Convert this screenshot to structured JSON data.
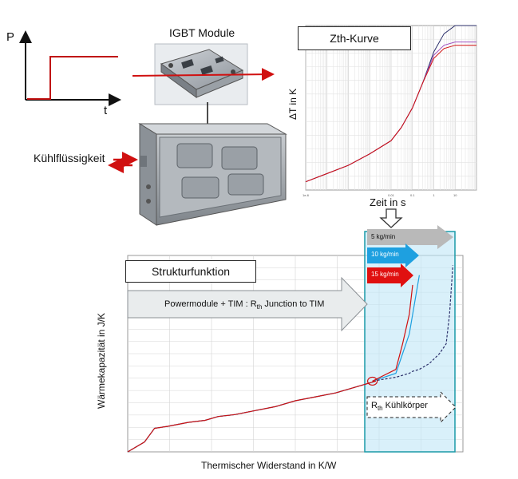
{
  "power_step": {
    "y_axis_label": "P",
    "x_axis_label": "t"
  },
  "module": {
    "title": "IGBT Module"
  },
  "coolant": {
    "label": "Kühlflüssigkeit"
  },
  "zth": {
    "title": "Zth-Kurve",
    "ylabel": "ΔT in K",
    "xlabel": "Zeit in s",
    "x_ticks": [
      "1e-6",
      "0.01",
      "0.1",
      "1",
      "10"
    ]
  },
  "structure": {
    "title": "Strukturfunktion",
    "power_arrow_text_main": "Powermodule + TIM :  R",
    "power_arrow_text_sub": "th",
    "power_arrow_text_end": " Junction to TIM",
    "heatsink_text_main": "R",
    "heatsink_text_sub": "th",
    "heatsink_text_end": "  Kühlkörper",
    "ylabel": "Wärmekapazität in J/K",
    "xlabel": "Thermischer Widerstand in K/W"
  },
  "flow_rates": [
    {
      "label": "5 kg/min",
      "color": "#b9b9b9",
      "text_color": "#111111"
    },
    {
      "label": "10 kg/min",
      "color": "#1ea0e0",
      "text_color": "#ffffff"
    },
    {
      "label": "15 kg/min",
      "color": "#e01010",
      "text_color": "#ffffff"
    }
  ],
  "colors": {
    "red": "#d01010",
    "blue": "#1ea0e0",
    "navy": "#2b2f6a",
    "highlight": "#bfe6f7"
  },
  "chart_data": [
    {
      "type": "line",
      "title": "Zth-Kurve",
      "xlabel": "Zeit in s",
      "ylabel": "ΔT in K",
      "x_scale": "log",
      "xlim": [
        1e-06,
        100
      ],
      "ylim": [
        0,
        1
      ],
      "grid": true,
      "x": [
        1e-06,
        1e-05,
        0.0001,
        0.001,
        0.01,
        0.03,
        0.1,
        0.3,
        1,
        3,
        10,
        30,
        100
      ],
      "series": [
        {
          "line_color": "#2b2f6a",
          "values": [
            0.05,
            0.1,
            0.15,
            0.22,
            0.3,
            0.38,
            0.5,
            0.65,
            0.84,
            0.95,
            1.0,
            1.0,
            1.0
          ]
        },
        {
          "line_color": "#a050c0",
          "values": [
            0.05,
            0.1,
            0.15,
            0.22,
            0.3,
            0.38,
            0.5,
            0.65,
            0.82,
            0.88,
            0.9,
            0.9,
            0.9
          ]
        },
        {
          "line_color": "#d01010",
          "values": [
            0.05,
            0.1,
            0.15,
            0.22,
            0.3,
            0.38,
            0.5,
            0.65,
            0.8,
            0.86,
            0.88,
            0.88,
            0.88
          ]
        }
      ]
    },
    {
      "type": "line",
      "title": "Strukturfunktion",
      "xlabel": "Thermischer Widerstand in K/W",
      "ylabel": "Wärmekapazität in J/K",
      "xlim": [
        0,
        1
      ],
      "ylim": [
        0,
        1
      ],
      "grid": true,
      "x": [
        0.0,
        0.05,
        0.08,
        0.12,
        0.18,
        0.23,
        0.27,
        0.32,
        0.38,
        0.44,
        0.5,
        0.56,
        0.62,
        0.68,
        0.74,
        0.73,
        0.8,
        0.82,
        0.84,
        0.85,
        0.87,
        0.9,
        0.93,
        0.95,
        0.96,
        0.97
      ],
      "series": [
        {
          "name": "5 kg/min",
          "line_color": "#2b2f6a",
          "values": [
            0.0,
            0.05,
            0.12,
            0.13,
            0.15,
            0.16,
            0.18,
            0.19,
            0.21,
            0.23,
            0.26,
            0.28,
            0.3,
            0.33,
            0.36,
            0.36,
            0.38,
            0.39,
            0.4,
            0.41,
            0.42,
            0.45,
            0.5,
            0.55,
            0.7,
            0.95
          ]
        },
        {
          "name": "10 kg/min",
          "line_color": "#1ea0e0",
          "values": [
            0.0,
            0.05,
            0.12,
            0.13,
            0.15,
            0.16,
            0.18,
            0.19,
            0.21,
            0.23,
            0.26,
            0.28,
            0.3,
            0.33,
            0.36,
            0.36,
            0.4,
            0.5,
            0.6,
            0.7,
            0.9
          ]
        },
        {
          "name": "15 kg/min",
          "line_color": "#d01010",
          "values": [
            0.0,
            0.05,
            0.12,
            0.13,
            0.15,
            0.16,
            0.18,
            0.19,
            0.21,
            0.23,
            0.26,
            0.28,
            0.3,
            0.33,
            0.36,
            0.36,
            0.42,
            0.55,
            0.7,
            0.85
          ]
        }
      ]
    }
  ]
}
